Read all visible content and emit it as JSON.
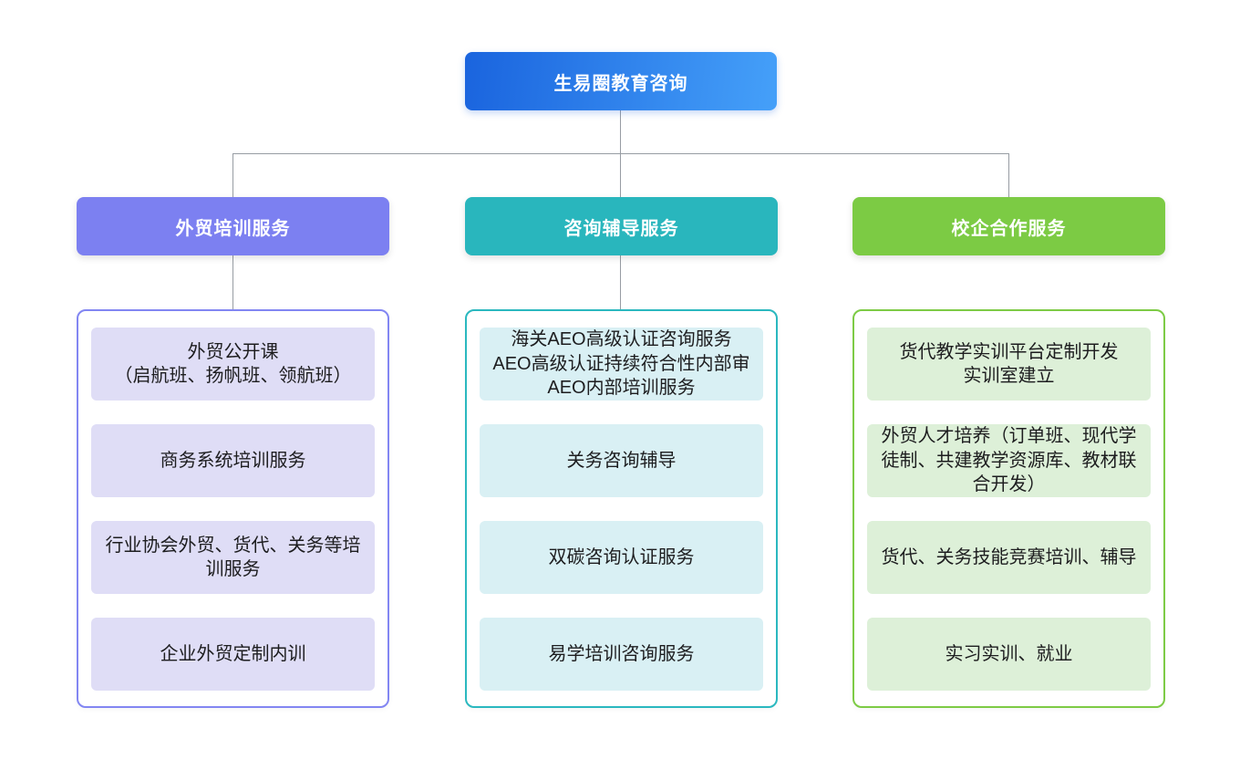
{
  "root": {
    "label": "生易圈教育咨询",
    "colors": {
      "gradient_from": "#1a64de",
      "gradient_to": "#45a0f9",
      "text": "#ffffff"
    }
  },
  "connector_color": "#979ca3",
  "background": "#ffffff",
  "branches": [
    {
      "label": "外贸培训服务",
      "colors": {
        "header_bg": "#7c80f1",
        "border": "#8286f2",
        "item_bg": "#dfddf6"
      },
      "items": [
        {
          "text": "外贸公开课\n（启航班、扬帆班、领航班）"
        },
        {
          "text": "商务系统培训服务"
        },
        {
          "text": "行业协会外贸、货代、关务等培\n训服务"
        },
        {
          "text": "企业外贸定制内训"
        }
      ]
    },
    {
      "label": "咨询辅导服务",
      "colors": {
        "header_bg": "#29b6bd",
        "border": "#2ab8bf",
        "item_bg": "#d9f0f4"
      },
      "items": [
        {
          "text": "海关AEO高级认证咨询服务\nAEO高级认证持续符合性内部审\nAEO内部培训服务"
        },
        {
          "text": "关务咨询辅导"
        },
        {
          "text": "双碳咨询认证服务"
        },
        {
          "text": "易学培训咨询服务"
        }
      ]
    },
    {
      "label": "校企合作服务",
      "colors": {
        "header_bg": "#7ccb44",
        "border": "#7dcb45",
        "item_bg": "#ddf0d8"
      },
      "items": [
        {
          "text": "货代教学实训平台定制开发\n实训室建立"
        },
        {
          "text": "外贸人才培养（订单班、现代学\n徒制、共建教学资源库、教材联\n合开发）"
        },
        {
          "text": "货代、关务技能竞赛培训、辅导"
        },
        {
          "text": "实习实训、就业"
        }
      ]
    }
  ]
}
